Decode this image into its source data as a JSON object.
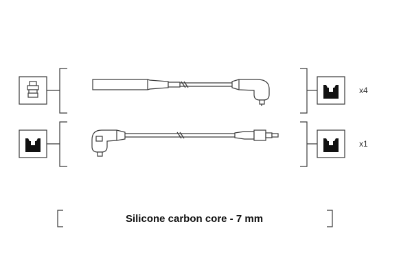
{
  "rows": [
    {
      "left_icon": "spark-plug-connector-icon",
      "right_icon": "coil-terminal-icon",
      "quantity": "x4"
    },
    {
      "left_icon": "coil-terminal-icon",
      "right_icon": "coil-terminal-icon",
      "quantity": "x1"
    }
  ],
  "caption": "Silicone carbon core - 7 mm",
  "colors": {
    "line": "#3a3a3a",
    "icon_fill": "#111111",
    "background": "#ffffff"
  }
}
